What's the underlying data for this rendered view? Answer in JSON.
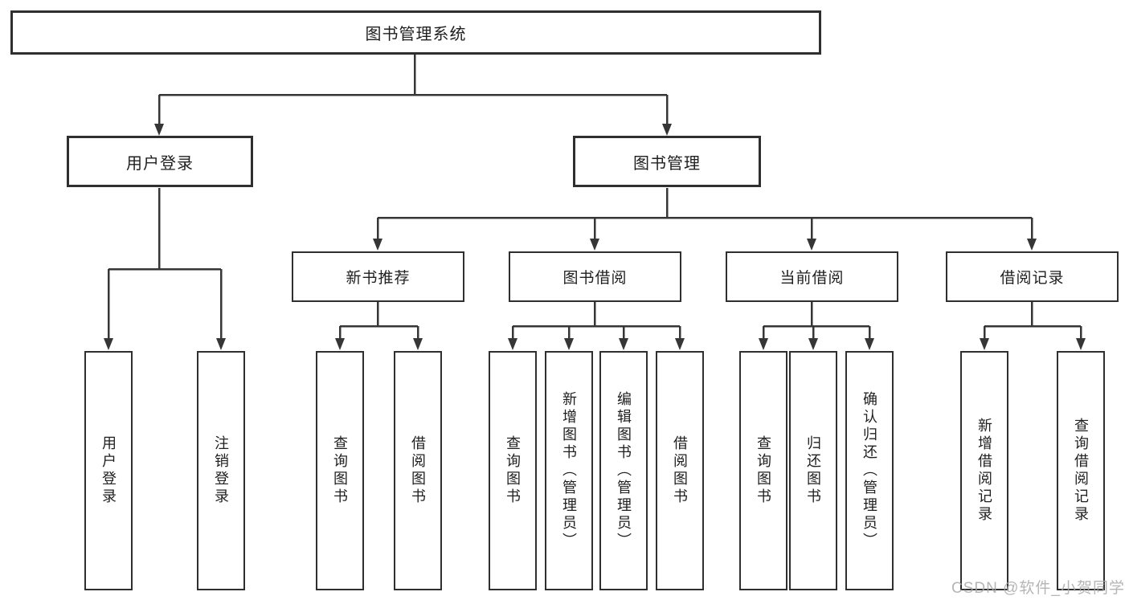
{
  "diagram": {
    "root": {
      "label": "图书管理系统"
    },
    "level2": [
      {
        "label": "用户登录"
      },
      {
        "label": "图书管理"
      }
    ],
    "level3": [
      {
        "label": "新书推荐"
      },
      {
        "label": "图书借阅"
      },
      {
        "label": "当前借阅"
      },
      {
        "label": "借阅记录"
      }
    ],
    "leaves": {
      "user_login": [
        "用户登录",
        "注销登录"
      ],
      "new_book_recommend": [
        "查询图书",
        "借阅图书"
      ],
      "book_borrow": [
        "查询图书",
        "新增图书（管理员）",
        "编辑图书（管理员）",
        "借阅图书"
      ],
      "current_borrow": [
        "查询图书",
        "归还图书",
        "确认归还（管理员）"
      ],
      "borrow_records": [
        "新增借阅记录",
        "查询借阅记录"
      ]
    }
  },
  "watermark": {
    "text": "CSDN @软件_小贺同学"
  },
  "colors": {
    "line": "#363636",
    "border": "#2f2f2f",
    "text": "#1f1f1f",
    "watermark": "#a9a9a9",
    "background": "#ffffff"
  }
}
